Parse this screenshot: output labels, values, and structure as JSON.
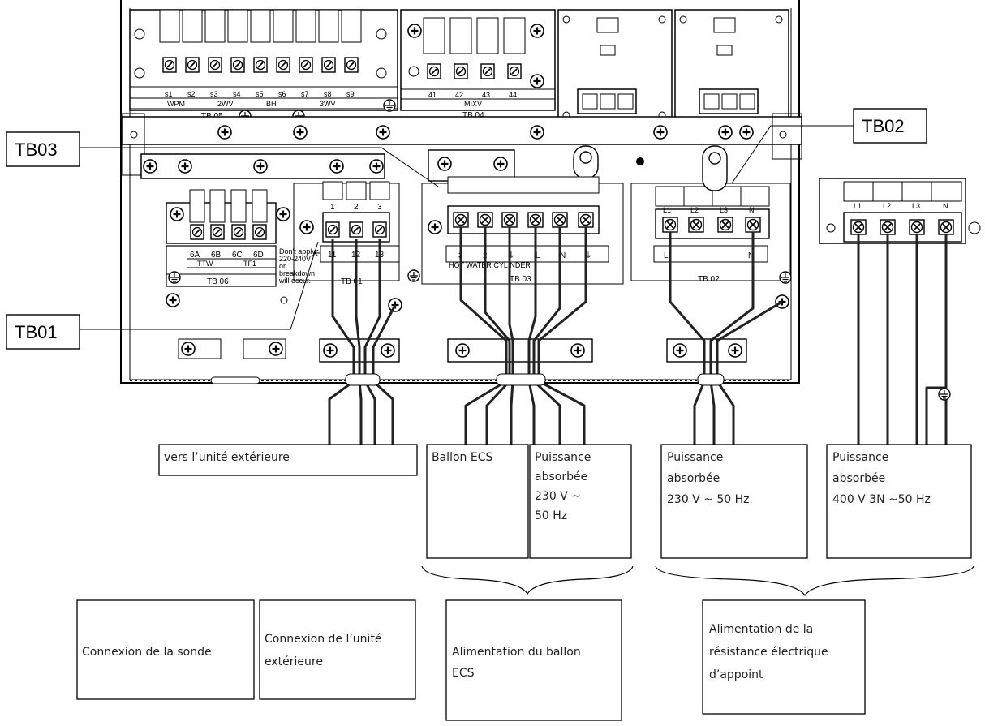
{
  "callouts": {
    "tb03": "TB03",
    "tb02": "TB02",
    "tb01": "TB01"
  },
  "board": {
    "tb05": {
      "title": "TB 05",
      "terminals": [
        "s1",
        "s2",
        "s3",
        "s4",
        "s5",
        "s6",
        "s7",
        "s8",
        "s9"
      ],
      "groups": [
        "WPM",
        "2WV",
        "BH",
        "3WV"
      ]
    },
    "tb04": {
      "title": "TB 04",
      "terminals": [
        "41",
        "42",
        "43",
        "44"
      ],
      "group": "MIXV"
    },
    "tb06": {
      "title": "TB 06",
      "terminals": [
        "6A",
        "6B",
        "6C",
        "6D"
      ],
      "groups": [
        "TTW",
        "TF1"
      ]
    },
    "warning": [
      "Don't apply",
      "220-240V",
      "or",
      "breakdown",
      "will occur."
    ],
    "tb01": {
      "title": "TB 01",
      "top_numbers": [
        "1",
        "2",
        "3"
      ],
      "terminals": [
        "11",
        "12",
        "13"
      ]
    },
    "tb03": {
      "title": "TB 03",
      "terminals": [
        "3",
        "2",
        "⏚",
        "L",
        "N",
        "⏚"
      ],
      "sublabel": "HOT WATER CYLINDER"
    },
    "tb02": {
      "title": "TB 02",
      "top_labels": [
        "L1",
        "L2",
        "L3",
        "N"
      ],
      "terminals": [
        "L",
        "N"
      ]
    },
    "extra": {
      "top_labels": [
        "L1",
        "L2",
        "L3",
        "N"
      ]
    }
  },
  "wire_boxes": {
    "outdoor": "vers l’unité extérieure",
    "cylinder": "Ballon ECS",
    "power_ecs": [
      "Puissance",
      "absorbée",
      "230 V ~",
      "50 Hz"
    ],
    "power_230": [
      "Puissance",
      "absorbée",
      "230 V ~ 50 Hz"
    ],
    "power_400": [
      "Puissance",
      "absorbée",
      "400 V 3N ~50 Hz"
    ]
  },
  "legend": {
    "probe": "Connexion de la sonde",
    "outdoor_unit": [
      "Connexion de l’unité",
      "extérieure"
    ],
    "cylinder_supply": [
      "Alimentation du ballon",
      "ECS"
    ],
    "heater_supply": [
      "Alimentation de la",
      "résistance électrique",
      "d’appoint"
    ]
  }
}
